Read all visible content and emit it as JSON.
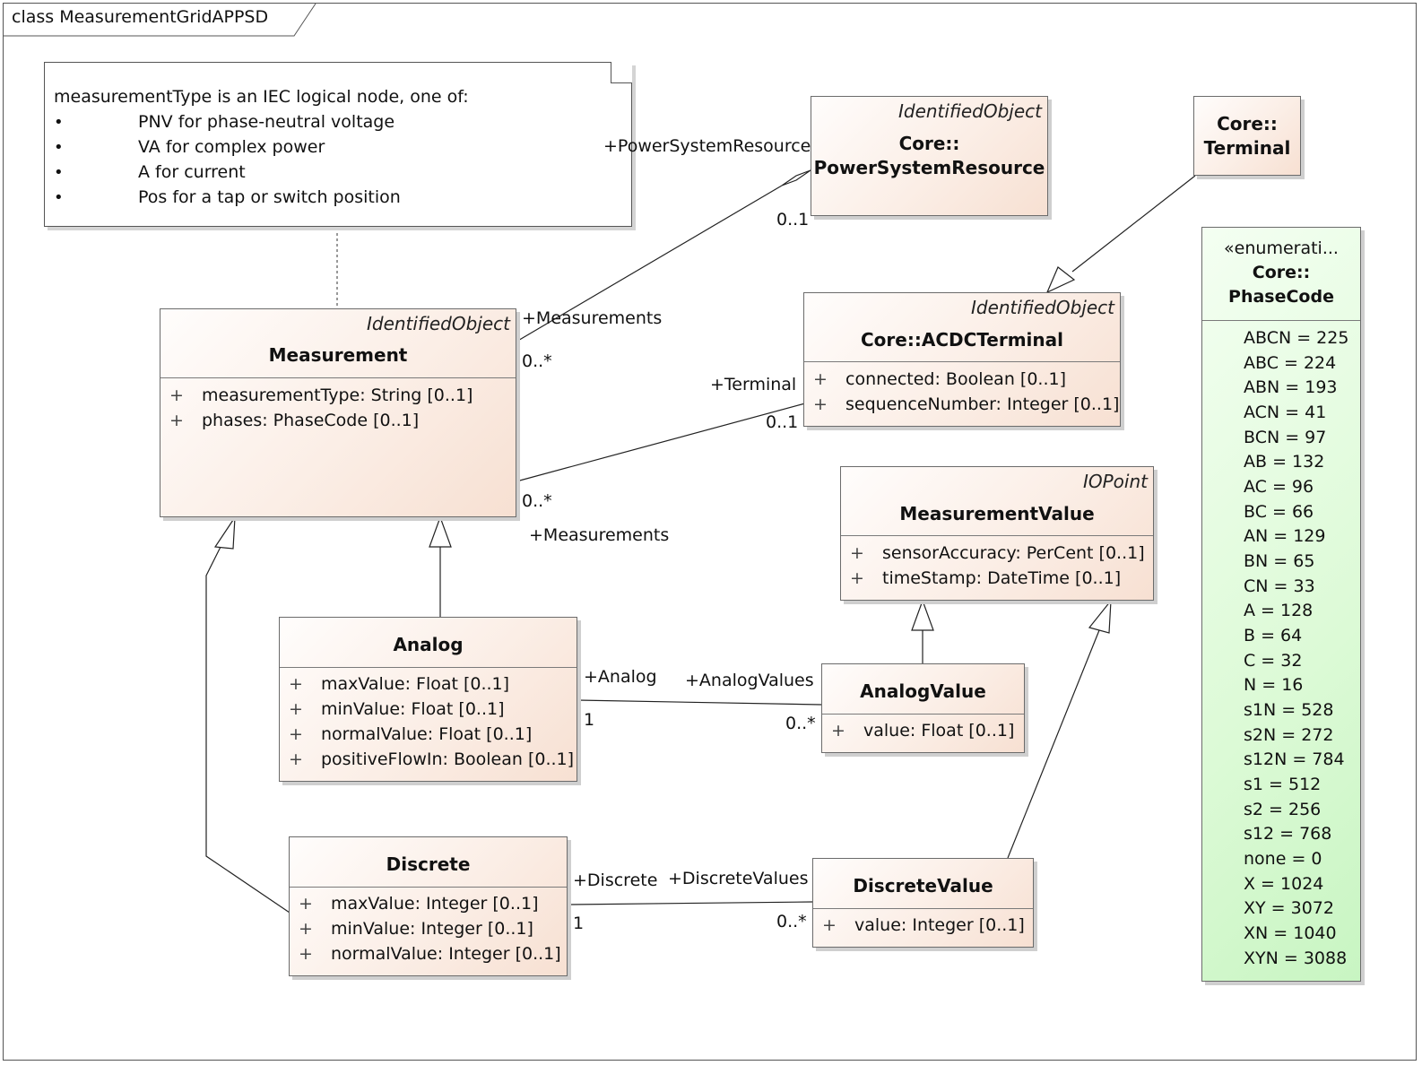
{
  "frame": {
    "title": "class MeasurementGridAPPSD"
  },
  "note": {
    "heading": "measurementType is an IEC logical node, one of:",
    "bullet": "•",
    "items": [
      "PNV for phase-neutral voltage",
      "VA for complex power",
      "A for current",
      "Pos for a tap or switch position"
    ]
  },
  "classes": {
    "power_system_resource": {
      "stereotype": "IdentifiedObject",
      "name_line1": "Core::",
      "name_line2": "PowerSystemResource"
    },
    "terminal": {
      "name_line1": "Core::",
      "name_line2": "Terminal"
    },
    "measurement": {
      "stereotype": "IdentifiedObject",
      "name": "Measurement",
      "attributes": [
        {
          "vis": "+",
          "text": "measurementType: String [0..1]"
        },
        {
          "vis": "+",
          "text": "phases: PhaseCode [0..1]"
        }
      ]
    },
    "acdc_terminal": {
      "stereotype": "IdentifiedObject",
      "name": "Core::ACDCTerminal",
      "attributes": [
        {
          "vis": "+",
          "text": "connected: Boolean [0..1]"
        },
        {
          "vis": "+",
          "text": "sequenceNumber: Integer [0..1]"
        }
      ]
    },
    "measurement_value": {
      "stereotype": "IOPoint",
      "name": "MeasurementValue",
      "attributes": [
        {
          "vis": "+",
          "text": "sensorAccuracy: PerCent [0..1]"
        },
        {
          "vis": "+",
          "text": "timeStamp: DateTime [0..1]"
        }
      ]
    },
    "analog": {
      "name": "Analog",
      "attributes": [
        {
          "vis": "+",
          "text": "maxValue: Float [0..1]"
        },
        {
          "vis": "+",
          "text": "minValue: Float [0..1]"
        },
        {
          "vis": "+",
          "text": "normalValue: Float [0..1]"
        },
        {
          "vis": "+",
          "text": "positiveFlowIn: Boolean [0..1]"
        }
      ]
    },
    "analog_value": {
      "name": "AnalogValue",
      "attributes": [
        {
          "vis": "+",
          "text": "value: Float [0..1]"
        }
      ]
    },
    "discrete": {
      "name": "Discrete",
      "attributes": [
        {
          "vis": "+",
          "text": "maxValue: Integer [0..1]"
        },
        {
          "vis": "+",
          "text": "minValue: Integer [0..1]"
        },
        {
          "vis": "+",
          "text": "normalValue: Integer [0..1]"
        }
      ]
    },
    "discrete_value": {
      "name": "DiscreteValue",
      "attributes": [
        {
          "vis": "+",
          "text": "value: Integer [0..1]"
        }
      ]
    }
  },
  "enumeration": {
    "stereotype": "«enumerati...",
    "name_line1": "Core::",
    "name_line2": "PhaseCode",
    "literals": [
      "ABCN = 225",
      "ABC = 224",
      "ABN = 193",
      "ACN = 41",
      "BCN = 97",
      "AB = 132",
      "AC = 96",
      "BC = 66",
      "AN = 129",
      "BN = 65",
      "CN = 33",
      "A = 128",
      "B = 64",
      "C = 32",
      "N = 16",
      "s1N = 528",
      "s2N = 272",
      "s12N = 784",
      "s1 = 512",
      "s2 = 256",
      "s12 = 768",
      "none = 0",
      "X = 1024",
      "XY = 3072",
      "XN = 1040",
      "XYN = 3088"
    ]
  },
  "association_labels": {
    "psr_role": "+PowerSystemResource",
    "psr_mult": "0..1",
    "meas_psr_role": "+Measurements",
    "meas_psr_mult": "0..*",
    "terminal_role": "+Terminal",
    "terminal_mult": "0..1",
    "meas_term_mult": "0..*",
    "meas_term_role": "+Measurements",
    "analog_role": "+Analog",
    "analog_mult": "1",
    "analog_values_role": "+AnalogValues",
    "analog_values_mult": "0..*",
    "discrete_role": "+Discrete",
    "discrete_mult": "1",
    "discrete_values_role": "+DiscreteValues",
    "discrete_values_mult": "0..*"
  }
}
